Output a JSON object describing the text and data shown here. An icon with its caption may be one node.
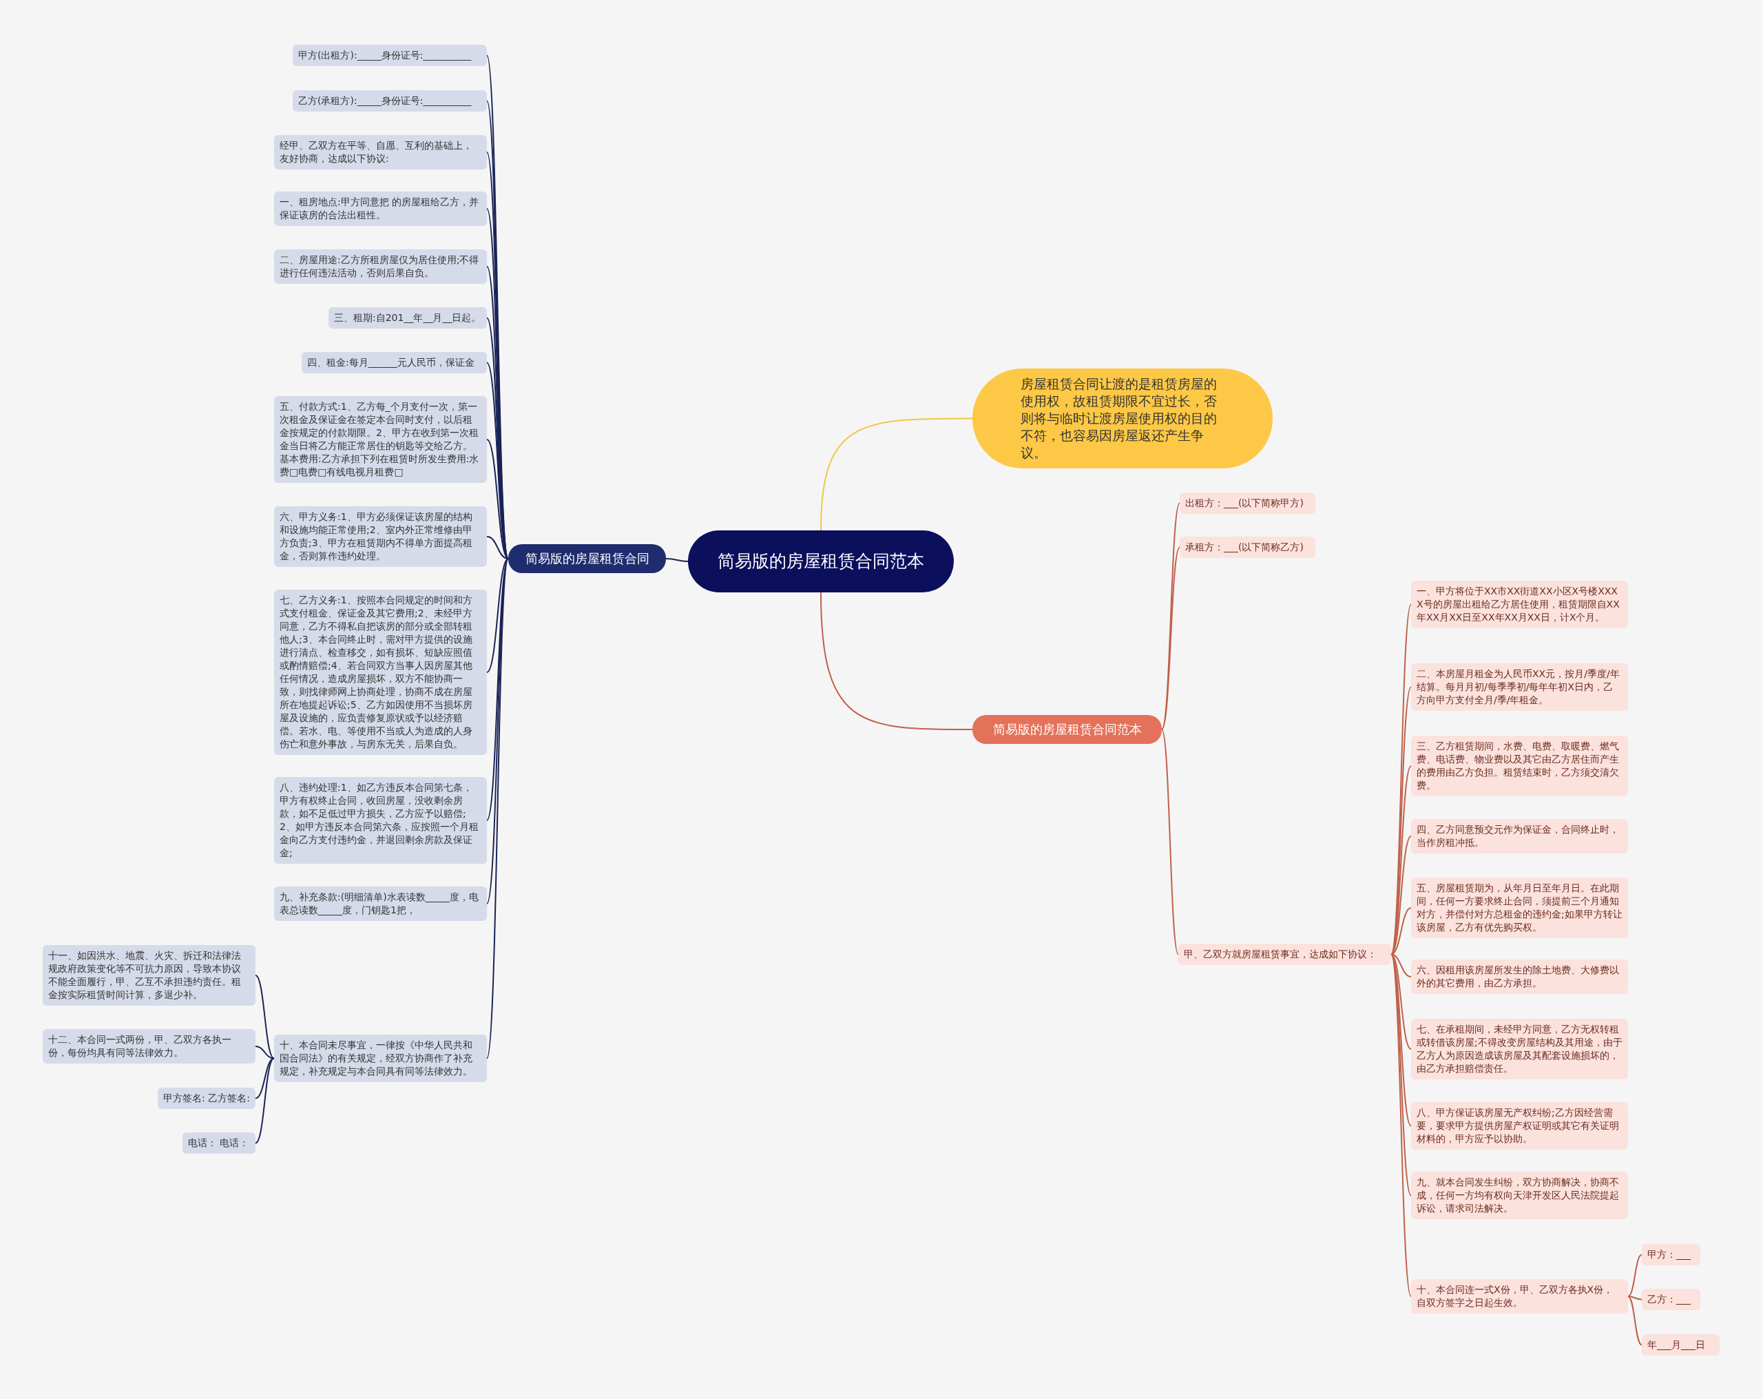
{
  "diagram": {
    "nodes": [
      {
        "text": [
          "简易版的房屋租赁合同范本"
        ]
      },
      {
        "text": [
          "简易版的房屋租赁合同"
        ]
      },
      {
        "text": [
          "甲方(出租方):_____身份证号:__________"
        ]
      },
      {
        "text": [
          "乙方(承租方):_____身份证号:__________"
        ]
      },
      {
        "text": [
          "经甲、乙双方在平等、自愿、互利的基础上，友好协商，达成以下协议:"
        ]
      },
      {
        "text": [
          "一、租房地点:甲方同意把 的房屋租给乙方，并保证该房的合法出租性。"
        ]
      },
      {
        "text": [
          "二、房屋用途:乙方所租房屋仅为居住使用;不得进行任何违法活动，否则后果自负。"
        ]
      },
      {
        "text": [
          "三、租期:自201__年__月__日起。"
        ]
      },
      {
        "text": [
          "四、租金:每月______元人民币，保证金"
        ]
      },
      {
        "text": [
          "五、付款方式:1、乙方每_个月支付一次，第一次租金及保证金在签定本合同时支付，以后租金按规定的付款期限。2、甲方在收到第一次租金当日将乙方能正常居住的钥匙等交给乙方。基本费用:乙方承担下列在租赁时所发生费用:水费□电费□有线电视月租费□"
        ]
      },
      {
        "text": [
          "六、甲方义务:1、甲方必须保证该房屋的结构和设施均能正常使用;2、室内外正常维修由甲方负责;3、甲方在租赁期内不得单方面提高租金，否则算作违约处理。"
        ]
      },
      {
        "text": [
          "七、乙方义务:1、按照本合同规定的时间和方式支付租金、保证金及其它费用;2、未经甲方同意，乙方不得私自把该房的部分或全部转租他人;3、本合同终止时，需对甲方提供的设施进行清点、检查移交，如有损坏、短缺应照值或酌情赔偿;4、若合同双方当事人因房屋其他任何情况，造成房屋损坏，双方不能协商一致，则找律师网上协商处理，协商不成在房屋所在地提起诉讼;5、乙方如因使用不当损坏房屋及设施的，应负责修复原状或予以经济赔偿。若水、电、等使用不当或人为造成的人身伤亡和意外事故，与房东无关，后果自负。"
        ]
      },
      {
        "text": [
          "八、违约处理:1、如乙方违反本合同第七条，甲方有权终止合同，收回房屋，没收剩余房款，如不足低过甲方损失，乙方应予以赔偿;2、如甲方违反本合同第六条，应按照一个月租金向乙方支付违约金，并退回剩余房款及保证金;"
        ]
      },
      {
        "text": [
          "九、补充条款:(明细清单)水表读数_____度，电表总读数_____度，门钥匙1把，"
        ]
      },
      {
        "text": [
          "十、本合同未尽事宜，一律按《中华人民共和国合同法》的有关规定，经双方协商作了补充规定，补充规定与本合同具有同等法律效力。"
        ]
      },
      {
        "text": [
          "十一、如因洪水、地震、火灾、拆迁和法律法规政府政策变化等不可抗力原因，导致本协议不能全面履行，甲、乙互不承担违约责任。租金按实际租赁时间计算，多退少补。"
        ]
      },
      {
        "text": [
          "十二、本合同一式两份，甲、乙双方各执一份，每份均具有同等法律效力。"
        ]
      },
      {
        "text": [
          "甲方签名: 乙方签名:"
        ]
      },
      {
        "text": [
          "电话： 电话："
        ]
      },
      {
        "text": [
          "房屋租赁合同让渡的是租赁房屋的使用权，故租赁期限不宜过长，否则将与临时让渡房屋使用权的目的不符，也容易因房屋返还产生争议。"
        ]
      },
      {
        "text": [
          "简易版的房屋租赁合同范本"
        ]
      },
      {
        "text": [
          "出租方：___(以下简称甲方)"
        ]
      },
      {
        "text": [
          "承租方：___(以下简称乙方)"
        ]
      },
      {
        "text": [
          "甲、乙双方就房屋租赁事宜，达成如下协议："
        ]
      },
      {
        "text": [
          "一、甲方将位于XX市XX街道XX小区X号楼XXXX号的房屋出租给乙方居住使用，租赁期限自XX年XX月XX日至XX年XX月XX日，计X个月。"
        ]
      },
      {
        "text": [
          "二、本房屋月租金为人民币XX元，按月/季度/年结算。每月月初/每季季初/每年年初X日内，乙方向甲方支付全月/季/年租金。"
        ]
      },
      {
        "text": [
          "三、乙方租赁期间，水费、电费、取暖费、燃气费、电话费、物业费以及其它由乙方居住而产生的费用由乙方负担。租赁结束时，乙方须交清欠费。"
        ]
      },
      {
        "text": [
          "四、乙方同意预交元作为保证金，合同终止时，当作房租冲抵。"
        ]
      },
      {
        "text": [
          "五、房屋租赁期为，从年月日至年月日。在此期间，任何一方要求终止合同，须提前三个月通知对方，并偿付对方总租金的违约金;如果甲方转让该房屋，乙方有优先购买权。"
        ]
      },
      {
        "text": [
          "六、因租用该房屋所发生的除土地费、大修费以外的其它费用，由乙方承担。"
        ]
      },
      {
        "text": [
          "七、在承租期间，未经甲方同意，乙方无权转租或转借该房屋;不得改变房屋结构及其用途，由于乙方人为原因造成该房屋及其配套设施损坏的，由乙方承担赔偿责任。"
        ]
      },
      {
        "text": [
          "八、甲方保证该房屋无产权纠纷;乙方因经营需要，要求甲方提供房屋产权证明或其它有关证明材料的，甲方应予以协助。"
        ]
      },
      {
        "text": [
          "九、就本合同发生纠纷，双方协商解决，协商不成，任何一方均有权向天津开发区人民法院提起诉讼，请求司法解决。"
        ]
      },
      {
        "text": [
          "十、本合同连一式X份，甲、乙双方各执X份，自双方签字之日起生效。"
        ]
      },
      {
        "text": [
          "甲方：___"
        ]
      },
      {
        "text": [
          "乙方：___"
        ]
      },
      {
        "text": [
          "年___月___日"
        ]
      }
    ],
    "edges": [
      {
        "from": 0,
        "to": 1,
        "arrow": "none"
      },
      {
        "from": 1,
        "to": 2,
        "arrow": "none"
      },
      {
        "from": 1,
        "to": 3,
        "arrow": "none"
      },
      {
        "from": 1,
        "to": 4,
        "arrow": "none"
      },
      {
        "from": 1,
        "to": 5,
        "arrow": "none"
      },
      {
        "from": 1,
        "to": 6,
        "arrow": "none"
      },
      {
        "from": 1,
        "to": 7,
        "arrow": "none"
      },
      {
        "from": 1,
        "to": 8,
        "arrow": "none"
      },
      {
        "from": 1,
        "to": 9,
        "arrow": "none"
      },
      {
        "from": 1,
        "to": 10,
        "arrow": "none"
      },
      {
        "from": 1,
        "to": 11,
        "arrow": "none"
      },
      {
        "from": 1,
        "to": 12,
        "arrow": "none"
      },
      {
        "from": 1,
        "to": 13,
        "arrow": "none"
      },
      {
        "from": 1,
        "to": 14,
        "arrow": "none"
      },
      {
        "from": 14,
        "to": 15,
        "arrow": "none"
      },
      {
        "from": 14,
        "to": 16,
        "arrow": "none"
      },
      {
        "from": 14,
        "to": 17,
        "arrow": "none"
      },
      {
        "from": 14,
        "to": 18,
        "arrow": "none"
      },
      {
        "from": 0,
        "to": 19,
        "arrow": "none",
        "color": "#f2c744"
      },
      {
        "from": 0,
        "to": 20,
        "arrow": "none",
        "color": "#c0604a"
      },
      {
        "from": 20,
        "to": 21,
        "arrow": "none",
        "color": "#c0604a"
      },
      {
        "from": 20,
        "to": 22,
        "arrow": "none",
        "color": "#c0604a"
      },
      {
        "from": 20,
        "to": 23,
        "arrow": "none",
        "color": "#c0604a"
      },
      {
        "from": 23,
        "to": 24,
        "arrow": "none",
        "color": "#c0604a"
      },
      {
        "from": 23,
        "to": 25,
        "arrow": "none",
        "color": "#c0604a"
      },
      {
        "from": 23,
        "to": 26,
        "arrow": "none",
        "color": "#c0604a"
      },
      {
        "from": 23,
        "to": 27,
        "arrow": "none",
        "color": "#c0604a"
      },
      {
        "from": 23,
        "to": 28,
        "arrow": "none",
        "color": "#c0604a"
      },
      {
        "from": 23,
        "to": 29,
        "arrow": "none",
        "color": "#c0604a"
      },
      {
        "from": 23,
        "to": 30,
        "arrow": "none",
        "color": "#c0604a"
      },
      {
        "from": 23,
        "to": 31,
        "arrow": "none",
        "color": "#c0604a"
      },
      {
        "from": 23,
        "to": 32,
        "arrow": "none",
        "color": "#c0604a"
      },
      {
        "from": 23,
        "to": 33,
        "arrow": "none",
        "color": "#c0604a"
      },
      {
        "from": 33,
        "to": 34,
        "arrow": "none",
        "color": "#c0604a"
      },
      {
        "from": 33,
        "to": 35,
        "arrow": "none",
        "color": "#c0604a"
      },
      {
        "from": 33,
        "to": 36,
        "arrow": "none",
        "color": "#c0604a"
      }
    ]
  }
}
